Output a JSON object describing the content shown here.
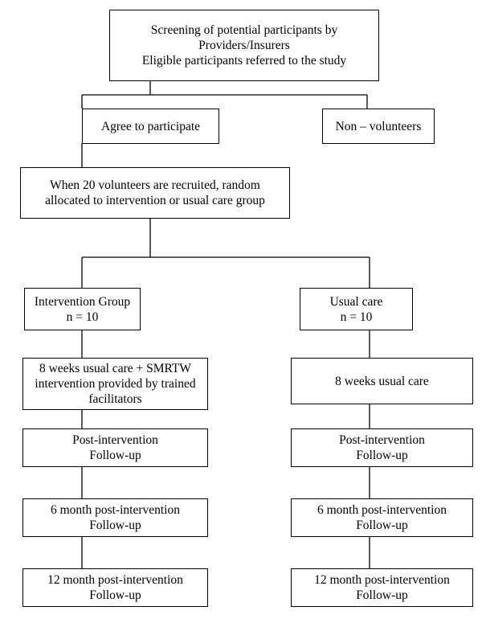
{
  "boxes": {
    "screening": {
      "lines": [
        "Screening of potential participants by",
        "Providers/Insurers",
        "Eligible participants referred to the study"
      ]
    },
    "agree": {
      "lines": [
        "Agree to participate"
      ]
    },
    "non_volunteers": {
      "lines": [
        "Non – volunteers"
      ]
    },
    "randomization": {
      "lines": [
        "When 20 volunteers are recruited, random",
        "allocated to intervention or usual care group"
      ]
    },
    "intervention_group": {
      "lines": [
        "Intervention Group",
        "n = 10"
      ]
    },
    "usual_care_group": {
      "lines": [
        "Usual care",
        "n = 10"
      ]
    },
    "intervention_8wk": {
      "lines": [
        "8 weeks usual care + SMRTW",
        "intervention provided by trained",
        "facilitators"
      ]
    },
    "usual_care_8wk": {
      "lines": [
        "8 weeks usual care"
      ]
    },
    "int_post": {
      "lines": [
        "Post-intervention",
        "Follow-up"
      ]
    },
    "uc_post": {
      "lines": [
        "Post-intervention",
        "Follow-up"
      ]
    },
    "int_6m": {
      "lines": [
        "6 month post-intervention",
        "Follow-up"
      ]
    },
    "uc_6m": {
      "lines": [
        "6 month post-intervention",
        "Follow-up"
      ]
    },
    "int_12m": {
      "lines": [
        "12 month post-intervention",
        "Follow-up"
      ]
    },
    "uc_12m": {
      "lines": [
        "12 month post-intervention",
        "Follow-up"
      ]
    }
  }
}
